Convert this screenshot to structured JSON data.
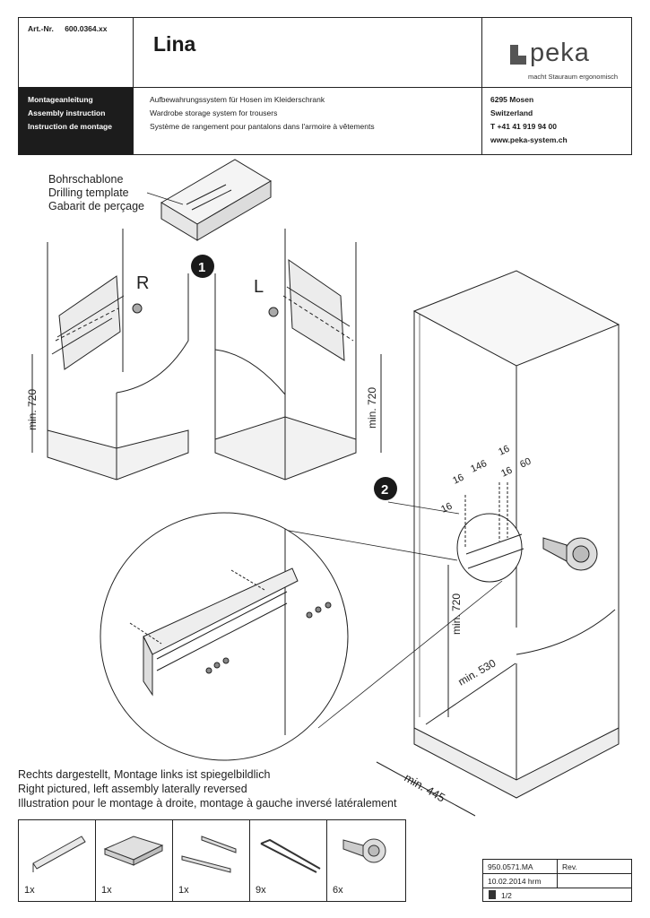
{
  "header": {
    "art_label": "Art.-Nr.",
    "art_number": "600.0364.xx",
    "title": "Lina",
    "logo": {
      "word": "peka",
      "tagline": "macht Stauraum ergonomisch",
      "mark": "peka-logo-mark"
    },
    "doc_type": [
      "Montageanleitung",
      "Assembly instruction",
      "Instruction de montage"
    ],
    "description": [
      "Aufbewahrungssystem für Hosen im Kleiderschrank",
      "Wardrobe storage system for trousers",
      "Système de rangement pour pantalons dans l'armoire à vêtements"
    ],
    "address": [
      "6295 Mosen",
      "Switzerland",
      "T +41 41 919 94 00",
      "www.peka-system.ch"
    ]
  },
  "illustration": {
    "template_label": [
      "Bohrschablone",
      "Drilling template",
      "Gabarit de perçage"
    ],
    "step1": "1",
    "step2": "2",
    "side_right": "R",
    "side_left": "L",
    "dims": {
      "min_720": "min. 720",
      "min_530": "min. 530",
      "min_445": "min. 445",
      "d16": "16",
      "d146": "146",
      "d60": "60"
    }
  },
  "caption": [
    "Rechts dargestellt, Montage links ist spiegelbildlich",
    "Right pictured, left assembly laterally reversed",
    "Illustration pour le montage à droite, montage à gauche inversé latéralement"
  ],
  "parts": [
    {
      "qty": "1x",
      "icon": "rail-icon"
    },
    {
      "qty": "1x",
      "icon": "tray-icon"
    },
    {
      "qty": "1x",
      "icon": "slide-rail-pair-icon"
    },
    {
      "qty": "9x",
      "icon": "hex-key-icon"
    },
    {
      "qty": "6x",
      "icon": "screw-icon"
    }
  ],
  "document": {
    "number": "950.0571.MA",
    "rev_label": "Rev.",
    "date": "10.02.2014 hrm",
    "page": "1/2"
  }
}
